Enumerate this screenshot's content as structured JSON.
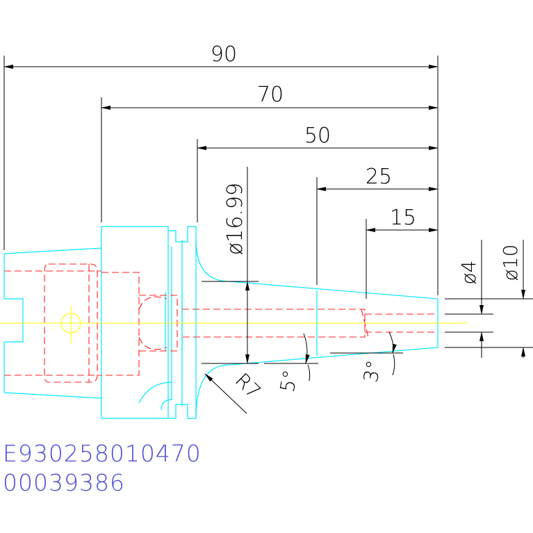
{
  "colors": {
    "outline": "#00e8ff",
    "hidden": "#ff2020",
    "centerline": "#ffff00",
    "dimension": "#000000",
    "code": "#4a4ad8"
  },
  "dimensions": {
    "overall_length": "90",
    "flange_to_tip": "70",
    "body_length": "50",
    "taper_length": "25",
    "bore_depth": "15",
    "collar_diameter": "ø16.99",
    "bore_diameter": "ø4",
    "tip_diameter": "ø10",
    "fillet_radius": "R7",
    "taper_angle_body": "5°",
    "taper_angle_tip": "3°"
  },
  "codes": {
    "part_number": "E930258010470",
    "serial_number": "00039386"
  }
}
